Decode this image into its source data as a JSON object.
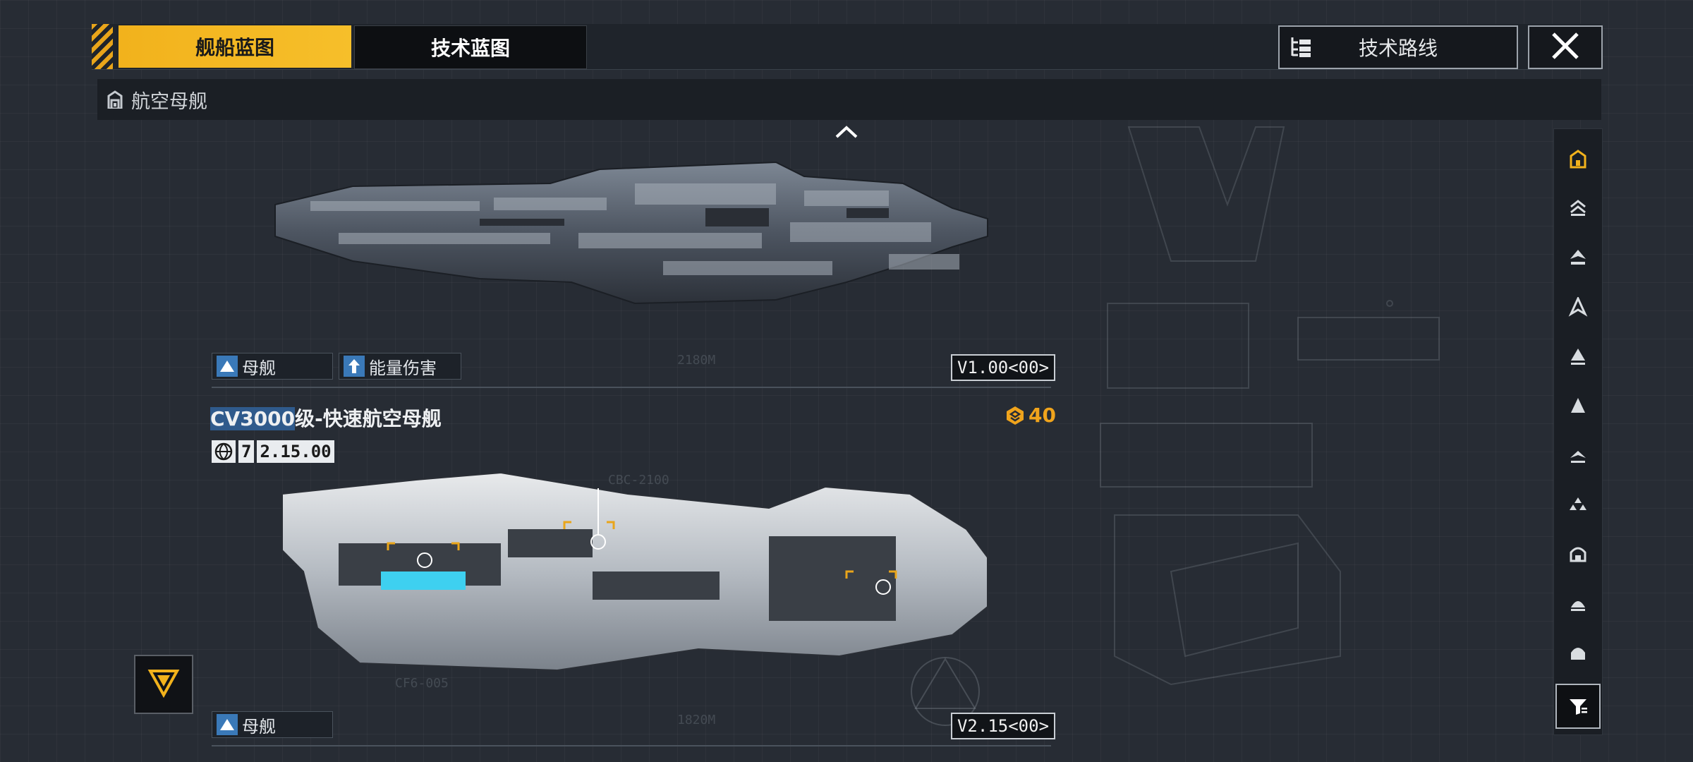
{
  "tabs": {
    "ship_blueprint": "舰船蓝图",
    "tech_blueprint": "技术蓝图"
  },
  "tech_route": {
    "label": "技术路线"
  },
  "breadcrumb": {
    "label": "航空母舰"
  },
  "top_ship": {
    "type_tag": "母舰",
    "trait_tag": "能量伤害",
    "version": "V1.00<00>",
    "length_label": "2180M"
  },
  "bottom_ship": {
    "name_highlight": "CV3000",
    "name_rest": "级-快速航空母舰",
    "level": "7",
    "server_version": "2.15.00",
    "cost": "40",
    "type_tag": "母舰",
    "version": "V2.15<00>",
    "length_label": "1820M",
    "part_label_1": "CBC-2100",
    "part_label_2": "CF6-005"
  },
  "colors": {
    "accent": "#f2b21c",
    "tag_icon": "#3a79b8",
    "background": "#272c34"
  },
  "icons": [
    "hangar-icon",
    "grid-icon",
    "close-icon",
    "globe-icon",
    "credit-icon",
    "chevron-up-icon",
    "collapse-down-icon",
    "filter-icon"
  ]
}
